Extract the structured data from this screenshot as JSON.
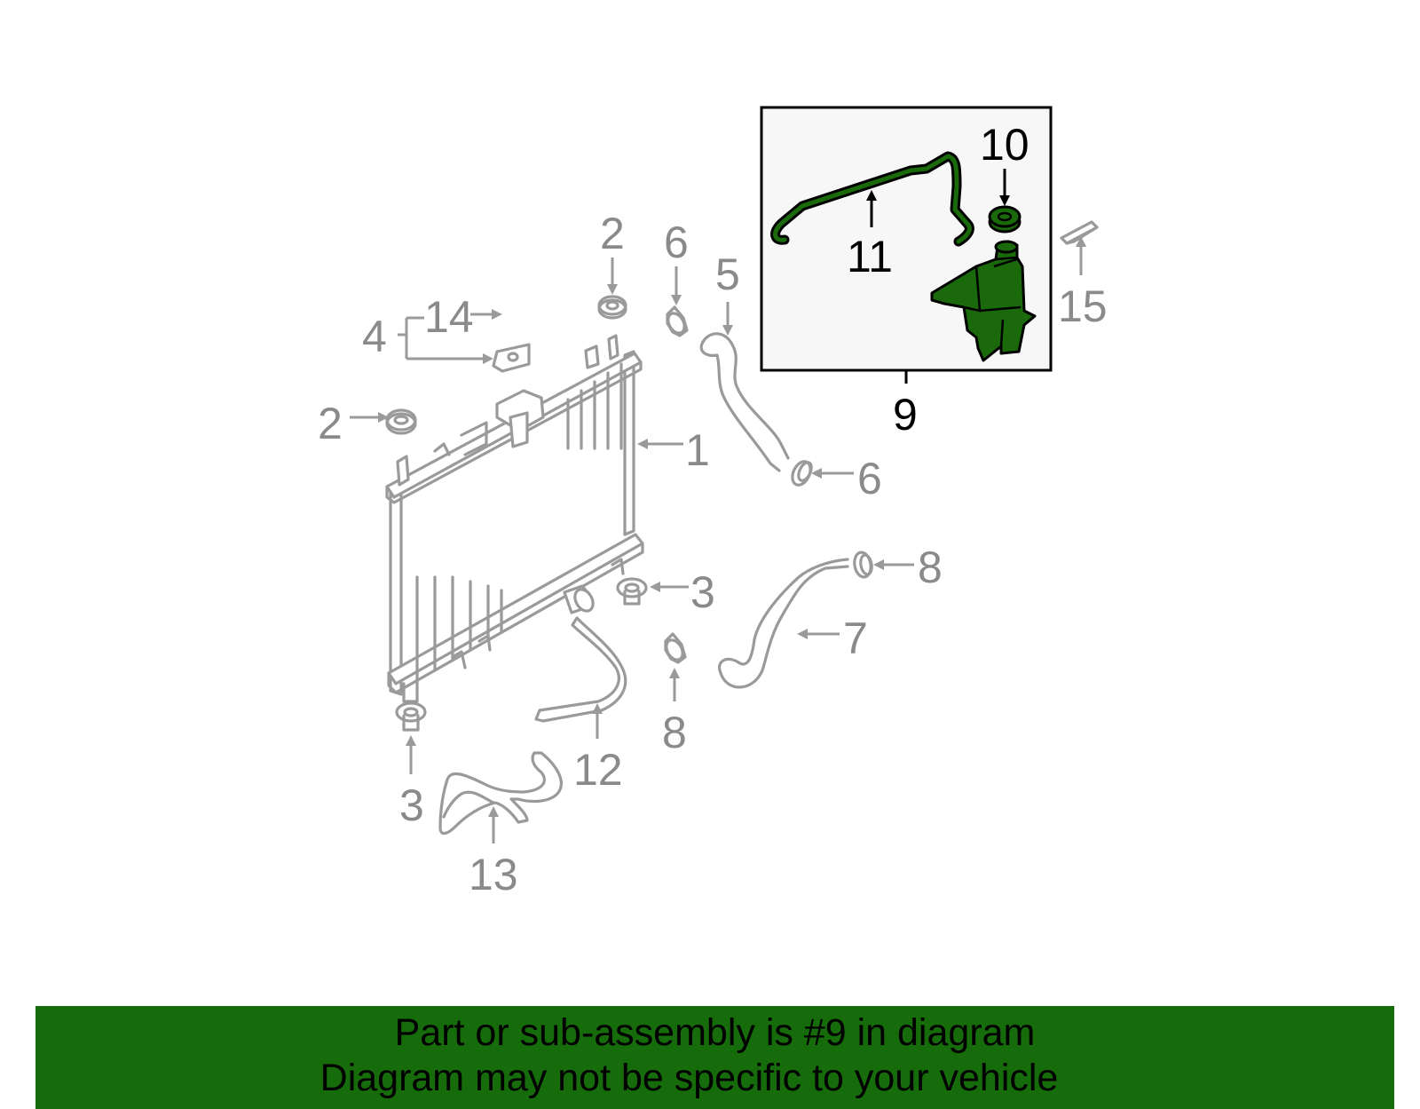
{
  "labels": {
    "p1": "1",
    "p2a": "2",
    "p2b": "2",
    "p3a": "3",
    "p3b": "3",
    "p4": "4",
    "p5": "5",
    "p6a": "6",
    "p6b": "6",
    "p7": "7",
    "p8a": "8",
    "p8b": "8",
    "p9": "9",
    "p10": "10",
    "p11": "11",
    "p12": "12",
    "p13": "13",
    "p14": "14",
    "p15": "15"
  },
  "highlight": {
    "part": "9",
    "color": "#1a6a0c"
  },
  "banner": {
    "line1": "Part or sub-assembly is #9 in diagram",
    "line2": "Diagram may not be specific to your vehicle",
    "background": "#166b0b"
  }
}
